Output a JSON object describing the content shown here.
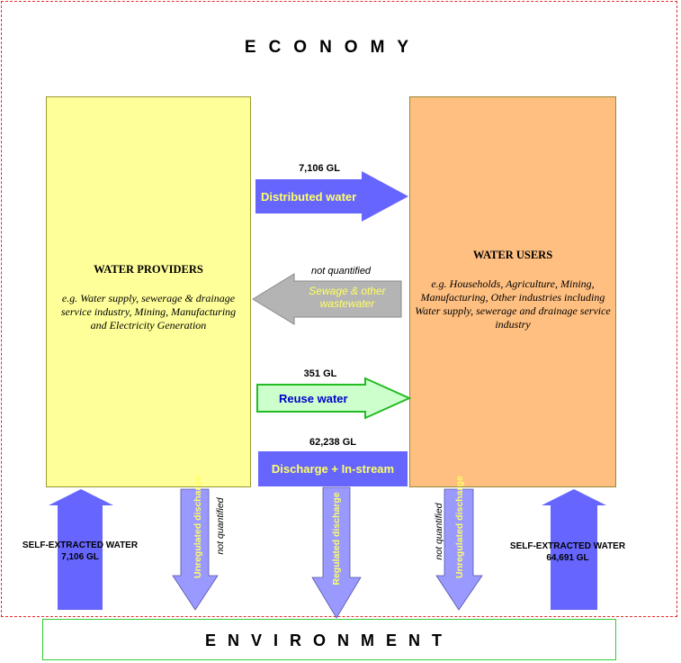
{
  "economy": {
    "title": "ECONOMY"
  },
  "environment": {
    "title": "ENVIRONMENT"
  },
  "providers": {
    "title": "WATER PROVIDERS",
    "description": "e.g. Water supply, sewerage & drainage service industry, Mining, Manufacturing and Electricity Generation"
  },
  "users": {
    "title": "WATER USERS",
    "description": "e.g. Households, Agriculture, Mining, Manufacturing, Other industries including Water supply, sewerage and drainage service industry"
  },
  "flows": {
    "distributed": {
      "value": "7,106 GL",
      "label": "Distributed water"
    },
    "sewage": {
      "note": "not quantified",
      "label": "Sewage & other wastewater"
    },
    "reuse": {
      "value": "351 GL",
      "label": "Reuse water"
    },
    "discharge": {
      "value": "62,238 GL",
      "label": "Discharge + In-stream"
    },
    "self_left": {
      "label": "SELF-EXTRACTED WATER",
      "value": "7,106 GL"
    },
    "self_right": {
      "label": "SELF-EXTRACTED WATER",
      "value": "64,691 GL"
    },
    "unreg_left": {
      "label": "Unregulated discharge",
      "note": "not quantified"
    },
    "regulated": {
      "label": "Regulated discharge"
    },
    "unreg_right": {
      "label": "Unregulated discharge",
      "note": "not quantified"
    }
  },
  "colors": {
    "blue_arrow": "#6666ff",
    "light_blue_arrow": "#9999ff",
    "grey_arrow": "#b4b4b4",
    "green_arrow": "#ccffcc",
    "provider_fill": "#ffff99",
    "user_fill": "#ffbf80",
    "label_yellow": "#ffff66"
  }
}
